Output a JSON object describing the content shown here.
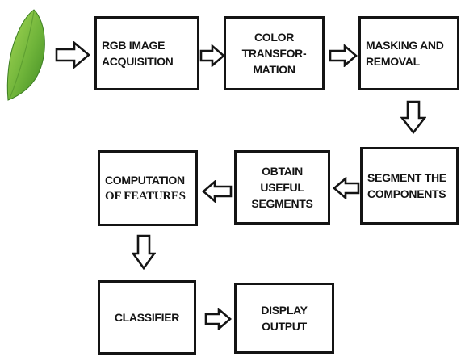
{
  "diagram": {
    "nodes": [
      {
        "id": "rgb",
        "lines": [
          "RGB IMAGE",
          "ACQUISITION"
        ]
      },
      {
        "id": "color",
        "lines": [
          "COLOR",
          "TRANSFOR-",
          "MATION"
        ]
      },
      {
        "id": "masking",
        "lines": [
          "MASKING AND",
          "REMOVAL"
        ]
      },
      {
        "id": "segment",
        "lines": [
          "SEGMENT THE",
          "COMPONENTS"
        ]
      },
      {
        "id": "obtain",
        "lines": [
          "OBTAIN",
          "USEFUL",
          "SEGMENTS"
        ]
      },
      {
        "id": "features",
        "lines": [
          "COMPUTATION",
          "OF FEATURES"
        ]
      },
      {
        "id": "classifier",
        "lines": [
          "CLASSIFIER"
        ]
      },
      {
        "id": "display",
        "lines": [
          "DISPLAY",
          "OUTPUT"
        ]
      }
    ],
    "edges": [
      [
        "leaf",
        "rgb"
      ],
      [
        "rgb",
        "color"
      ],
      [
        "color",
        "masking"
      ],
      [
        "masking",
        "segment"
      ],
      [
        "segment",
        "obtain"
      ],
      [
        "obtain",
        "features"
      ],
      [
        "features",
        "classifier"
      ],
      [
        "classifier",
        "display"
      ]
    ],
    "colors": {
      "border": "#141414",
      "leaf_light": "#9ccf4a",
      "leaf_dark": "#4f9a2a",
      "leaf_edge": "#3d7f22"
    }
  }
}
